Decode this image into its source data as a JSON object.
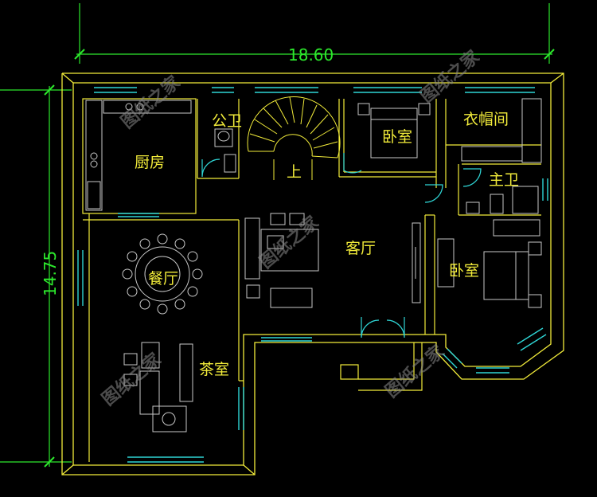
{
  "dimensions": {
    "width_label": "18.60",
    "height_label": "14.75"
  },
  "rooms": {
    "kitchen": "厨房",
    "public_bath": "公卫",
    "stairs_up": "上",
    "bedroom_top": "卧室",
    "wardrobe": "衣帽间",
    "master_bath": "主卫",
    "living_room": "客厅",
    "bedroom_right": "卧室",
    "dining_room": "餐厅",
    "tea_room": "茶室"
  },
  "watermark": "图纸之家",
  "colors": {
    "background": "#000000",
    "wall": "#f2ec3a",
    "window": "#2fd5d5",
    "furniture": "#c8c8c8",
    "dimension": "#2ce82c",
    "door": "#ffffff"
  }
}
